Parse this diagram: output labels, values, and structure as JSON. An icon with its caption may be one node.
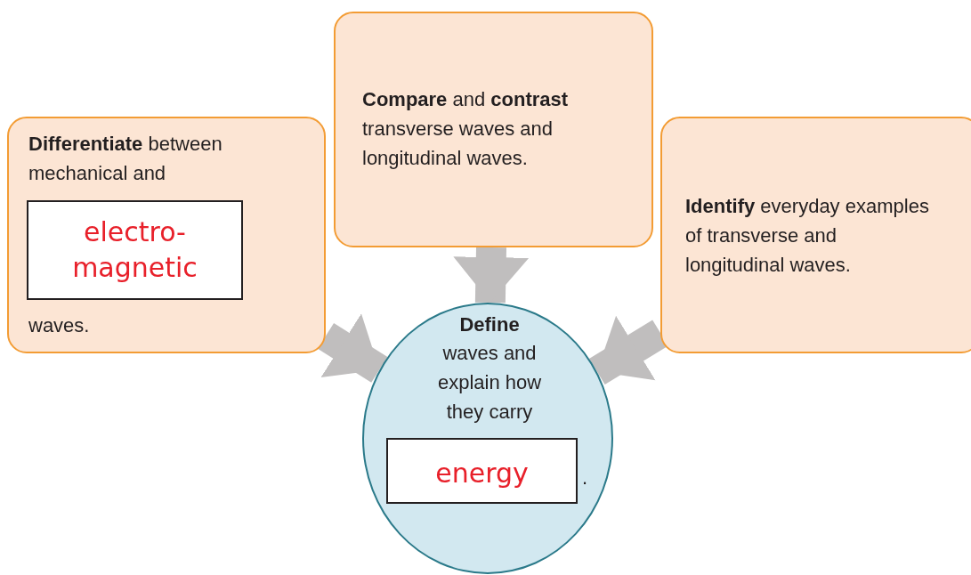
{
  "diagram": {
    "nodes": [
      {
        "text": [
          "**Differentiate** between mechanical and",
          "waves."
        ]
      },
      {
        "text": [
          "electro- magnetic"
        ],
        "in": 0
      },
      {
        "text": [
          "**Compare** and **contrast** transverse waves and longitudinal waves."
        ]
      },
      {
        "text": [
          "**Identify** everyday examples of transverse and longitudinal waves."
        ]
      },
      {
        "text": [
          "Define",
          "waves and explain how they carry",
          "."
        ]
      },
      {
        "text": [
          "energy"
        ],
        "in": 4
      }
    ],
    "edges": [
      {
        "from": 0,
        "to": 4,
        "arrow": "to"
      },
      {
        "from": 2,
        "to": 4,
        "arrow": "to"
      },
      {
        "from": 3,
        "to": 4,
        "arrow": "to"
      }
    ]
  }
}
